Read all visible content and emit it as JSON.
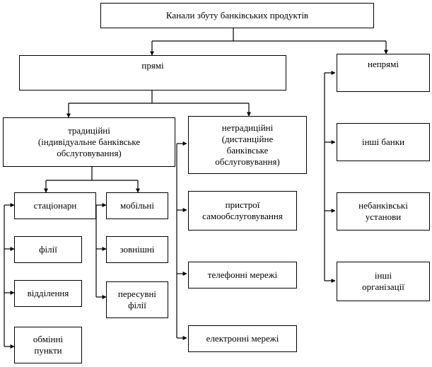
{
  "root": {
    "label": "Канали збуту банківських продуктів"
  },
  "direct": {
    "label": "прямі",
    "traditional": {
      "label": "традиційні\n(індивідуальне банківське\nобслуговування)",
      "stationary": {
        "label": "стаціонарн",
        "children": [
          "філії",
          "відділення",
          "обмінні\nпункти"
        ]
      },
      "mobile": {
        "label": "мобільні",
        "children": [
          "зовнішні",
          "пересувні\nфілії"
        ]
      }
    },
    "nontraditional": {
      "label": "нетрадиційні\n(дистанційне\nбанківське\nобслуговування)",
      "children": [
        "пристрої\nсамообслуговування",
        "телефонні мережі",
        "електронні мережі"
      ]
    }
  },
  "indirect": {
    "label": "непрямі",
    "children": [
      "інші банки",
      "небанківські\nустанови",
      "інші\nорганізації"
    ]
  }
}
